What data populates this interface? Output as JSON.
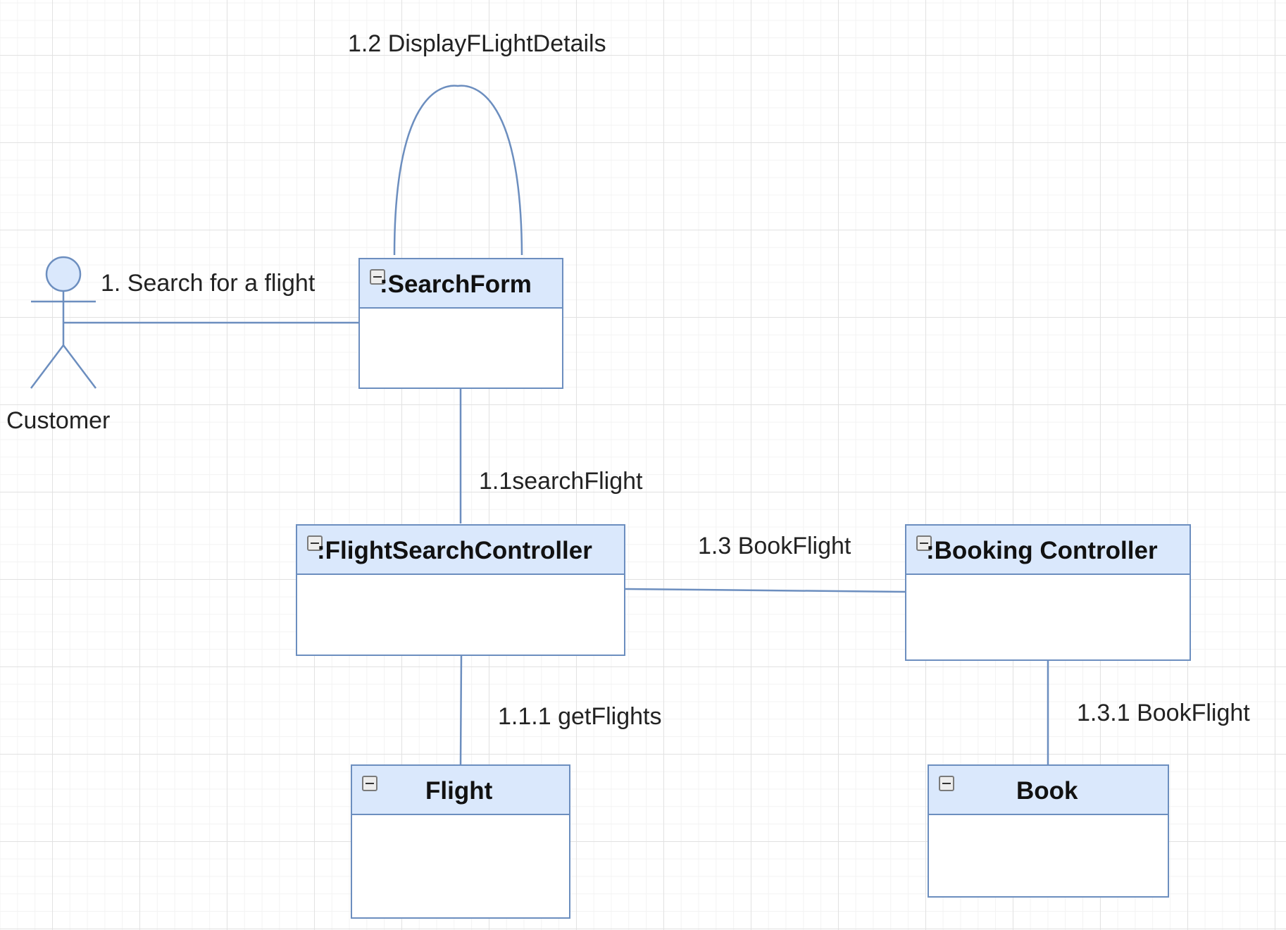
{
  "actor": {
    "name": "Customer"
  },
  "objects": {
    "search_form": ":SearchForm",
    "flight_search_controller": ":FlightSearchController",
    "booking_controller": ":Booking Controller",
    "flight": "Flight",
    "book": "Book"
  },
  "messages": {
    "search_flight_customer": "1. Search for a flight",
    "display_flight_details": "1.2 DisplayFLightDetails",
    "search_flight": "1.1searchFlight",
    "book_flight": "1.3 BookFlight",
    "get_flights": "1.1.1 getFlights",
    "book_flight_sub": "1.3.1 BookFlight"
  },
  "style": {
    "stroke_color": "#6c8ebf",
    "header_fill": "#dae8fc",
    "actor_fill": "#dae8fc"
  },
  "icons": {
    "collapse": "collapse-minus-icon"
  }
}
